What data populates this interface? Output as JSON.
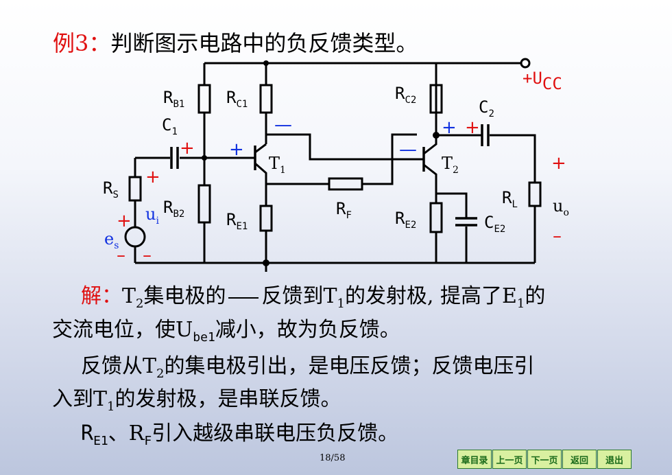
{
  "title": {
    "prefix": "例3：",
    "text": "判断图示电路中的负反馈类型。"
  },
  "circuit": {
    "labels": {
      "rb1": "R",
      "rb1_sub": "B1",
      "rc1": "R",
      "rc1_sub": "C1",
      "rc2": "R",
      "rc2_sub": "C2",
      "c1": "C",
      "c1_sub": "1",
      "c2": "C",
      "c2_sub": "2",
      "rs": "R",
      "rs_sub": "S",
      "rb2": "R",
      "rb2_sub": "B2",
      "re1": "R",
      "re1_sub": "E1",
      "rf": "R",
      "rf_sub": "F",
      "re2": "R",
      "re2_sub": "E2",
      "ce2": "C",
      "ce2_sub": "E2",
      "rl": "R",
      "rl_sub": "L",
      "t1": "T",
      "t1_sub": "1",
      "t2": "T",
      "t2_sub": "2",
      "ui": "u",
      "ui_sub": "i",
      "es": "e",
      "es_sub": "s",
      "uo": "u",
      "uo_sub": "o",
      "ucc": "+U",
      "ucc_sub": "CC"
    },
    "polarity": {
      "plus": "+",
      "minus": "—",
      "minus_short": "–"
    }
  },
  "solution": {
    "line1_head": "解：",
    "line1_a": "T",
    "line1_a_sub": "2",
    "line1_b": "集电极的",
    "line1_c": "反馈到T",
    "line1_c_sub": "1",
    "line1_d": "的发射极, 提高了E",
    "line1_d_sub": "1",
    "line1_e": "的",
    "line2_a": "交流电位，使U",
    "line2_sub": "be1",
    "line2_b": "减小，故为负反馈。",
    "line3_a": "反馈从T",
    "line3_sub": "2",
    "line3_b": "的集电极引出，是电压反馈；反馈电压引",
    "line4_a": "入到T",
    "line4_sub": "1",
    "line4_b": "的发射极，是串联反馈。",
    "line5_a": "R",
    "line5_a_sub": "E1",
    "line5_b": "、R",
    "line5_b_sub": "F",
    "line5_c": "引入越级串联电压负反馈。"
  },
  "footer": {
    "page": "18/58",
    "nav": [
      "章目录",
      "上一页",
      "下一页",
      "返回",
      "退出"
    ]
  },
  "colors": {
    "red": "#e01010",
    "blue": "#1030e0",
    "wire": "#000000"
  }
}
